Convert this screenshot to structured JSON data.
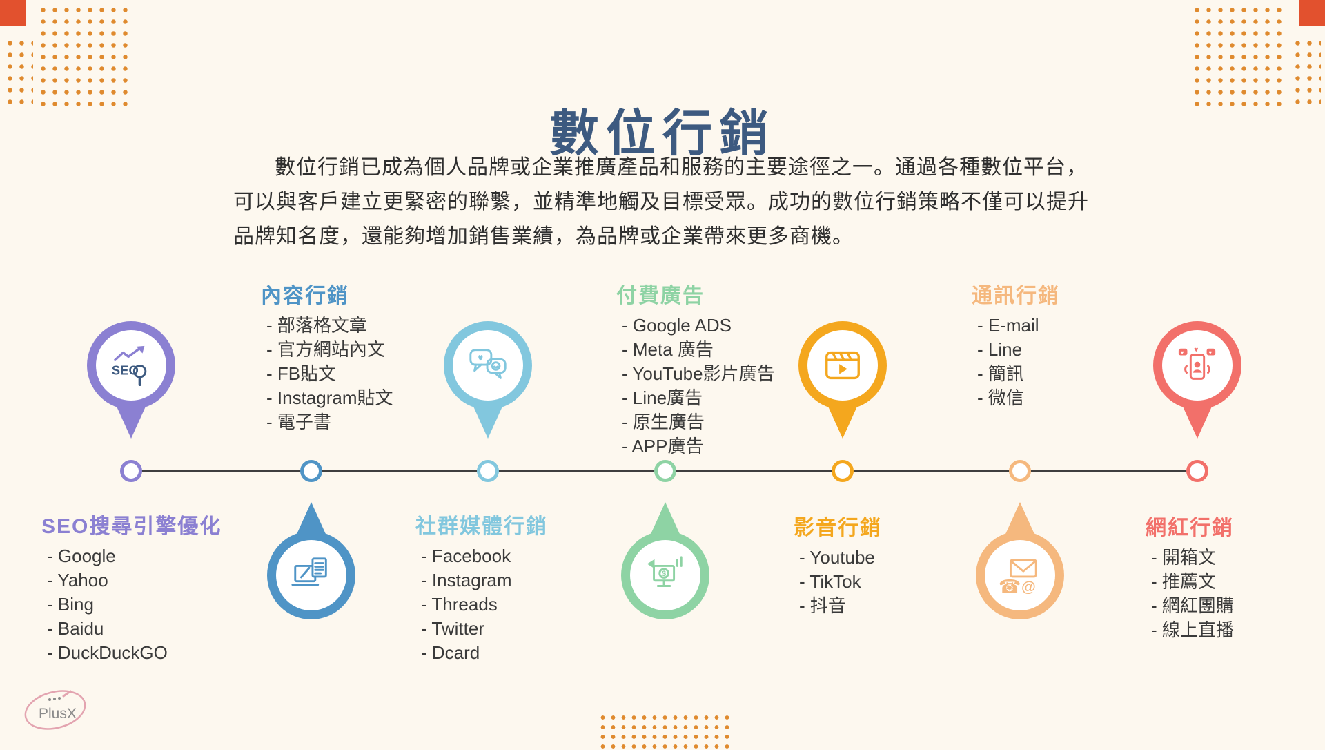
{
  "page": {
    "title": "數位行銷",
    "title_color": "#3d5a80",
    "background": "#fdf8ef",
    "intro": "數位行銷已成為個人品牌或企業推廣產品和服務的主要途徑之一。通過各種數位平台，可以與客戶建立更緊密的聯繫，並精準地觸及目標受眾。成功的數位行銷策略不僅可以提升品牌知名度，還能夠增加銷售業績，為品牌或企業帶來更多商機。"
  },
  "logo": {
    "text": "PlusX"
  },
  "timeline": {
    "line_color": "#3f3f3f"
  },
  "decor": {
    "dot_color": "#df8a2e",
    "square_color": "#e2512e"
  },
  "categories": [
    {
      "label": "SEO搜尋引擎優化",
      "color": "#8b80d2",
      "icon": "seo-magnifier-icon",
      "items": [
        "- Google",
        "- Yahoo",
        "- Bing",
        "- Baidu",
        "- DuckDuckGO"
      ]
    },
    {
      "label": "內容行銷",
      "color": "#4f94c6",
      "icon": "laptop-writing-icon",
      "items": [
        "- 部落格文章",
        "- 官方網站內文",
        "- FB貼文",
        "- Instagram貼文",
        "- 電子書"
      ]
    },
    {
      "label": "社群媒體行銷",
      "color": "#82c7de",
      "icon": "chat-bubbles-icon",
      "items": [
        "- Facebook",
        "- Instagram",
        "- Threads",
        "- Twitter",
        "- Dcard"
      ]
    },
    {
      "label": "付費廣告",
      "color": "#8ed3a4",
      "icon": "ads-monitor-icon",
      "items": [
        "- Google ADS",
        "- Meta 廣告",
        "- YouTube影片廣告",
        "- Line廣告",
        "- 原生廣告",
        "- APP廣告"
      ]
    },
    {
      "label": "影音行銷",
      "color": "#f4a71e",
      "icon": "video-clapper-icon",
      "items": [
        "- Youtube",
        "- TikTok",
        "- 抖音"
      ]
    },
    {
      "label": "通訊行銷",
      "color": "#f5b87e",
      "icon": "phone-email-icon",
      "items": [
        "- E-mail",
        "- Line",
        "- 簡訊",
        "- 微信"
      ]
    },
    {
      "label": "網紅行銷",
      "color": "#f2706a",
      "icon": "influencer-phone-icon",
      "items": [
        "- 開箱文",
        "- 推薦文",
        "- 網紅團購",
        "- 線上直播"
      ]
    }
  ]
}
